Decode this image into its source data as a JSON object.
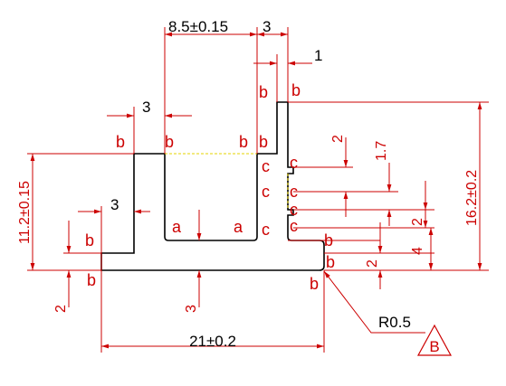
{
  "dimensions": {
    "top_width": "8.5±0.15",
    "top_right": "3",
    "top_small": "1",
    "left_top": "3",
    "left_mid": "3",
    "left_height": "11.2±0.15",
    "left_bottom": "2",
    "bottom_center": "3",
    "bottom_width": "21±0.2",
    "right_2_upper": "2",
    "right_1_7": "1.7",
    "right_2_lower": "2",
    "right_4": "4",
    "right_2_bottom": "2",
    "right_height": "16.2±0.2",
    "radius": "R0.5"
  },
  "labels": {
    "a": "a",
    "b": "b",
    "c": "c"
  },
  "datum": {
    "symbol": "B"
  },
  "colors": {
    "profile": "#000000",
    "dimension": "#cc0000",
    "hidden": "#e6d300"
  }
}
